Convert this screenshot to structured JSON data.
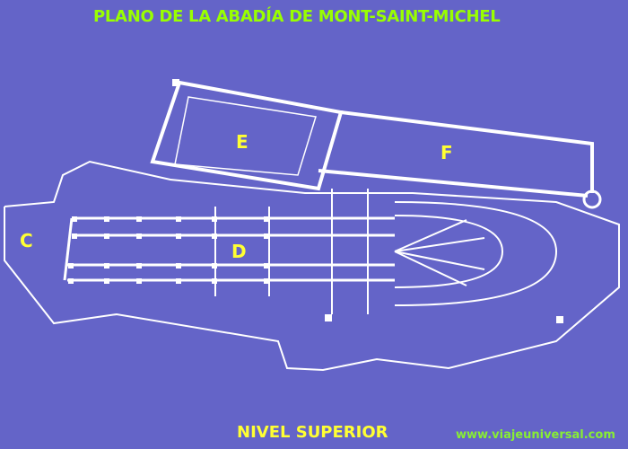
{
  "title": "PLANO DE LA ABADÍA DE MONT-SAINT-MICHEL",
  "level": "NIVEL SUPERIOR",
  "website": "www.viajeuniversal.com",
  "zones": {
    "c": "C",
    "d": "D",
    "e": "E",
    "f": "F"
  },
  "colors": {
    "background": "#6464c8",
    "title": "#99ff00",
    "labels": "#ffff33",
    "lines": "#ffffff"
  }
}
